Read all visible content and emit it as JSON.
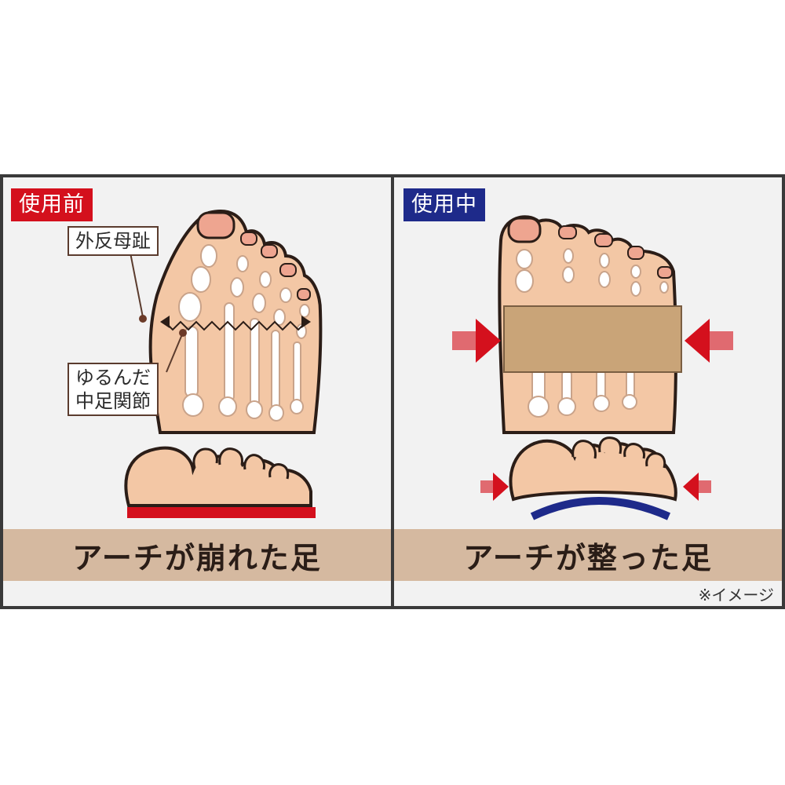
{
  "colors": {
    "panel_bg": "#f2f2f2",
    "border": "#3a3a3a",
    "skin": "#f3c7a5",
    "skin_outline": "#2b1d17",
    "bone": "#ffffff",
    "before_badge": "#d4101d",
    "during_badge": "#1e2a8a",
    "caption_band": "#d5b9a0",
    "tape": "#c9a478",
    "arrow_red": "#d4101d",
    "flat_bar": "#d4101d",
    "arch_bar": "#1e2a8a"
  },
  "before": {
    "badge": "使用前",
    "callout_bunion": "外反母趾",
    "callout_joint_line1": "ゆるんだ",
    "callout_joint_line2": "中足関節",
    "caption": "アーチが崩れた足"
  },
  "during": {
    "badge": "使用中",
    "caption": "アーチが整った足",
    "note": "※イメージ"
  },
  "icons": {
    "bunion_foot": "foot-bunion-illustration",
    "aligned_foot": "foot-taped-illustration",
    "flat_front": "flat-foot-front-illustration",
    "arched_front": "arched-foot-front-illustration",
    "compress_arrow": "arrow-right-icon"
  }
}
